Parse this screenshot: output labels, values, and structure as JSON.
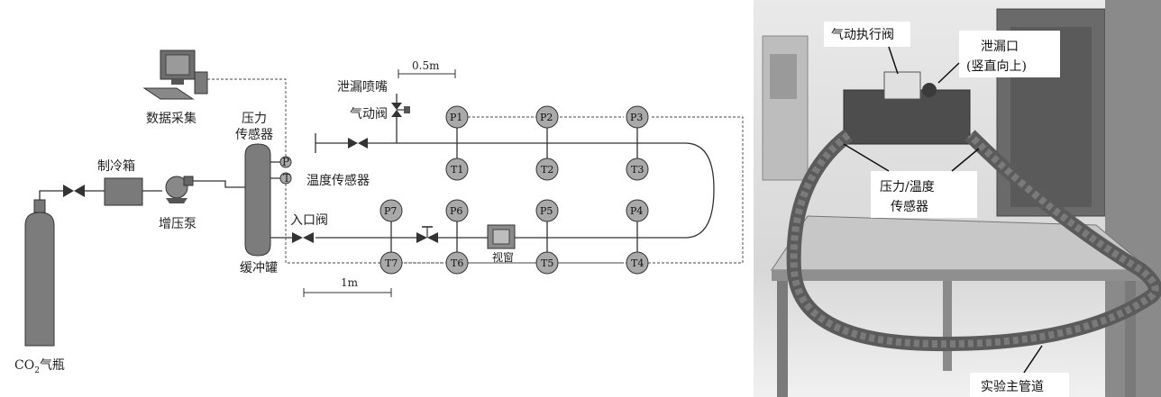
{
  "schematic": {
    "cylinder_label_prefix": "CO",
    "cylinder_label_sub": "2",
    "cylinder_label_suffix": "气瓶",
    "chiller_label": "制冷箱",
    "booster_pump_label": "增压泵",
    "data_acquisition_label": "数据采集",
    "pressure_sensor_label_line1": "压力",
    "pressure_sensor_label_line2": "传感器",
    "buffer_tank_label": "缓冲罐",
    "temperature_sensor_label": "温度传感器",
    "inlet_valve_label": "入口阀",
    "leak_nozzle_label": "泄漏喷嘴",
    "pneumatic_valve_label": "气动阀",
    "scale_small": "0.5m",
    "scale_large": "1m",
    "sight_glass_label": "视窗",
    "tank_p_badge": "P",
    "tank_t_badge": "T",
    "pressure_points": [
      "P1",
      "P2",
      "P3",
      "P4",
      "P5",
      "P6",
      "P7"
    ],
    "temperature_points": [
      "T1",
      "T2",
      "T3",
      "T4",
      "T5",
      "T6",
      "T7"
    ]
  },
  "photo": {
    "label_actuator": "气动执行阀",
    "label_leak_line1": "泄漏口",
    "label_leak_line2": "(竖直向上)",
    "label_sensors_line1": "压力/温度",
    "label_sensors_line2": "传感器",
    "label_main_pipe": "实验主管道"
  }
}
